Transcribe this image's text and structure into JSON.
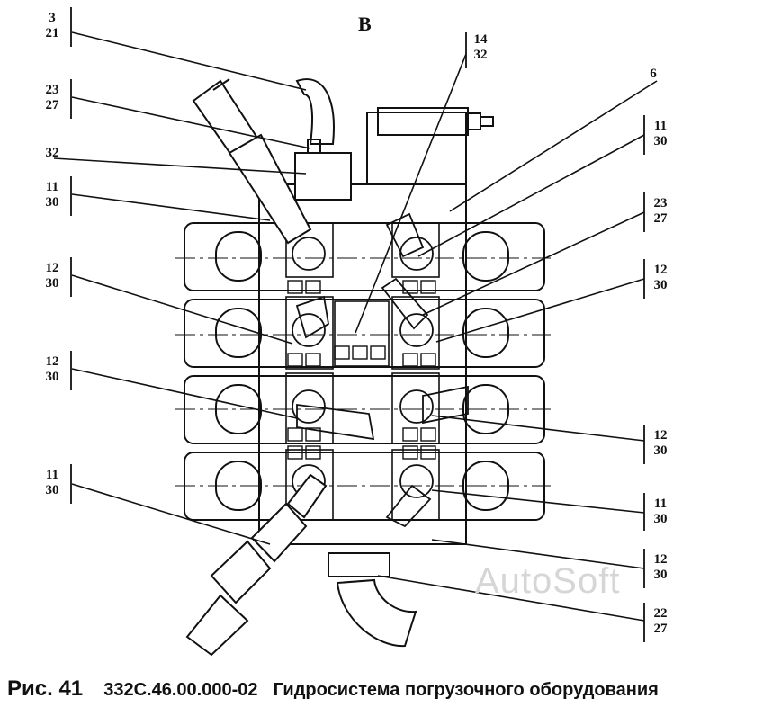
{
  "view_letter": "B",
  "callouts": [
    {
      "id": "c1",
      "num": "3",
      "den": "21"
    },
    {
      "id": "c2",
      "num": "23",
      "den": "27"
    },
    {
      "id": "c3",
      "num": "32",
      "den": ""
    },
    {
      "id": "c4",
      "num": "11",
      "den": "30"
    },
    {
      "id": "c5",
      "num": "12",
      "den": "30"
    },
    {
      "id": "c6",
      "num": "12",
      "den": "30"
    },
    {
      "id": "c7",
      "num": "11",
      "den": "30"
    },
    {
      "id": "c8",
      "num": "14",
      "den": "32"
    },
    {
      "id": "c9",
      "num": "6",
      "den": ""
    },
    {
      "id": "c10",
      "num": "11",
      "den": "30"
    },
    {
      "id": "c11",
      "num": "23",
      "den": "27"
    },
    {
      "id": "c12",
      "num": "12",
      "den": "30"
    },
    {
      "id": "c13",
      "num": "12",
      "den": "30"
    },
    {
      "id": "c14",
      "num": "11",
      "den": "30"
    },
    {
      "id": "c15",
      "num": "12",
      "den": "30"
    },
    {
      "id": "c16",
      "num": "22",
      "den": "27"
    }
  ],
  "caption": {
    "fig_label": "Рис. 41",
    "code": "332С.46.00.000-02",
    "title": "Гидросистема погрузочного оборудования"
  },
  "watermark": "AutoSoft"
}
